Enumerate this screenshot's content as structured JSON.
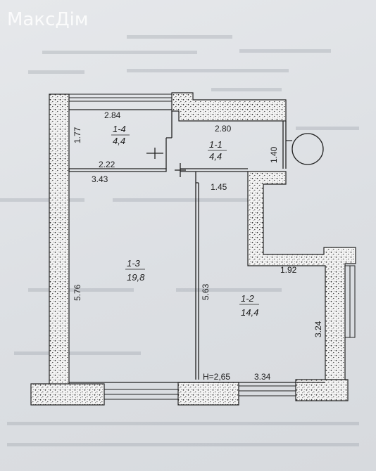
{
  "watermark": "МаксДім",
  "rooms": [
    {
      "id": "1-4",
      "area": "4,4"
    },
    {
      "id": "1-1",
      "area": "4,4"
    },
    {
      "id": "1-3",
      "area": "19,8"
    },
    {
      "id": "1-2",
      "area": "14,4"
    }
  ],
  "dimensions": [
    "2.84",
    "1.77",
    "2.80",
    "2.22",
    "1.40",
    "3.43",
    "1.45",
    "1.92",
    "5.76",
    "5.63",
    "3.24",
    "H=2,65",
    "3.34"
  ]
}
